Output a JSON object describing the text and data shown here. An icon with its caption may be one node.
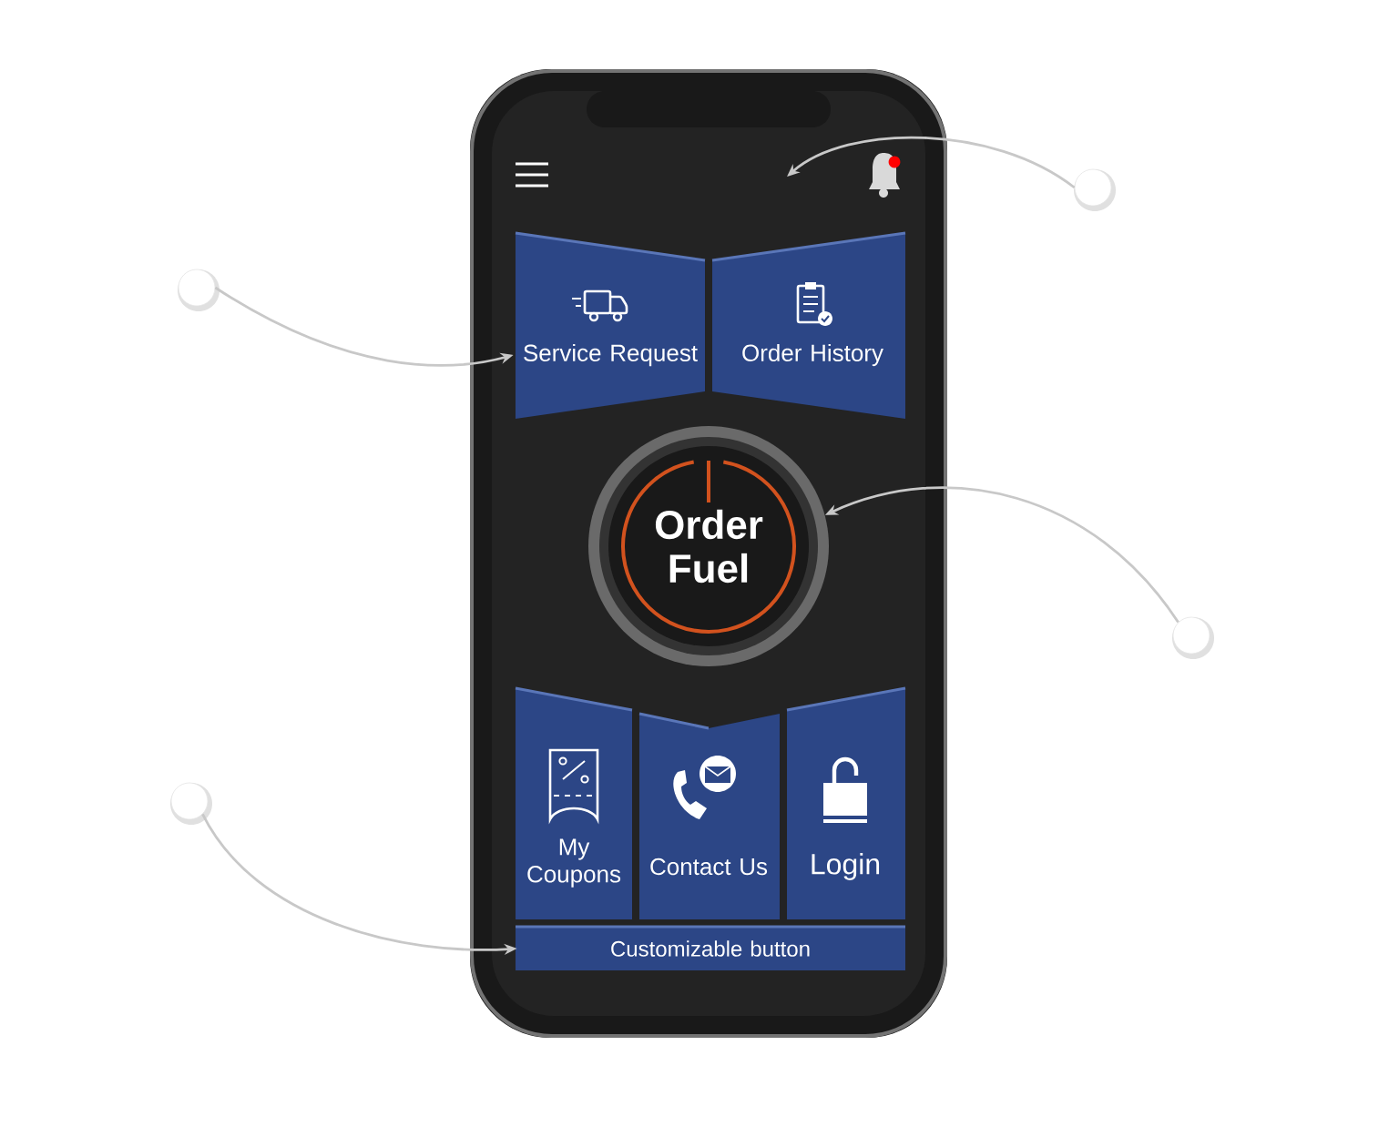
{
  "diagram": {
    "nodes": [
      {
        "text": [
          "Service Request"
        ]
      },
      {
        "text": [
          "Order History"
        ]
      },
      {
        "text": [
          "Order Fuel"
        ]
      },
      {
        "text": [
          "My Coupons"
        ]
      },
      {
        "text": [
          "Contact Us"
        ]
      },
      {
        "text": [
          "Login"
        ]
      },
      {
        "text": [
          "Customizable button"
        ]
      },
      {
        "text": [],
        "shape": "circle"
      },
      {
        "text": [],
        "shape": "circle"
      },
      {
        "text": [],
        "shape": "circle"
      },
      {
        "text": [],
        "shape": "circle"
      }
    ],
    "edges": [
      {
        "from": 7,
        "to": null,
        "arrow": "to"
      },
      {
        "from": 8,
        "to": 0,
        "arrow": "to"
      },
      {
        "from": 9,
        "to": 2,
        "arrow": "to"
      },
      {
        "from": 10,
        "to": 6,
        "arrow": "to"
      }
    ]
  }
}
